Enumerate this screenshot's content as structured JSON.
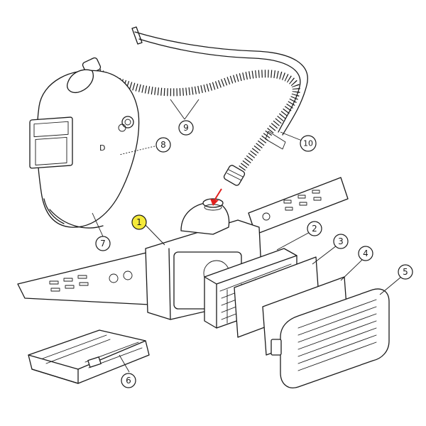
{
  "colors": {
    "line": "#1a1a1a",
    "highlight": "#f5ea3a",
    "arrow": "#e0201e",
    "background": "#ffffff"
  },
  "callouts": [
    {
      "id": "c1",
      "label": "1",
      "highlighted": true
    },
    {
      "id": "c2",
      "label": "2",
      "highlighted": false
    },
    {
      "id": "c3",
      "label": "3",
      "highlighted": false
    },
    {
      "id": "c4",
      "label": "4",
      "highlighted": false
    },
    {
      "id": "c5",
      "label": "5",
      "highlighted": false
    },
    {
      "id": "c6",
      "label": "6",
      "highlighted": false
    },
    {
      "id": "c7",
      "label": "7",
      "highlighted": false
    },
    {
      "id": "c8",
      "label": "8",
      "highlighted": false
    },
    {
      "id": "c9",
      "label": "9",
      "highlighted": false
    },
    {
      "id": "c10",
      "label": "10",
      "highlighted": false
    }
  ]
}
